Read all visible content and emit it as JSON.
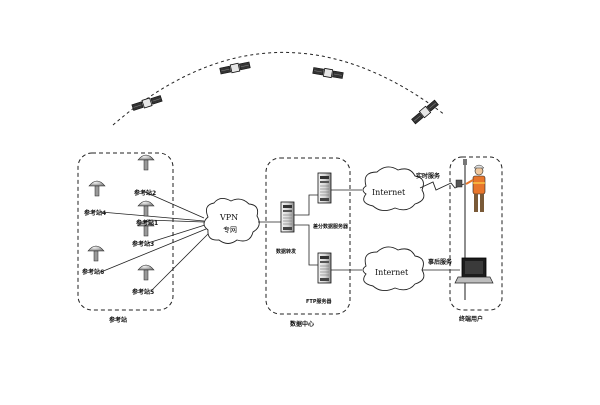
{
  "diagram": {
    "reference_stations": {
      "group_label": "参考站",
      "stations": [
        "参考站4",
        "参考站3",
        "参考站2",
        "参考站6",
        "参考站1",
        "参考站5"
      ]
    },
    "vpn": {
      "line1": "VPN",
      "line2": "专网"
    },
    "data_center": {
      "group_label": "数据中心",
      "relay_server": "数据转发",
      "realtime_server": "差分数据服务器",
      "ftp_server": "FTP服务器"
    },
    "internet_top": "Internet",
    "internet_bottom": "Internet",
    "services": {
      "realtime": "实时服务",
      "postprocess": "事后服务"
    },
    "users": {
      "group_label": "终端用户"
    }
  }
}
